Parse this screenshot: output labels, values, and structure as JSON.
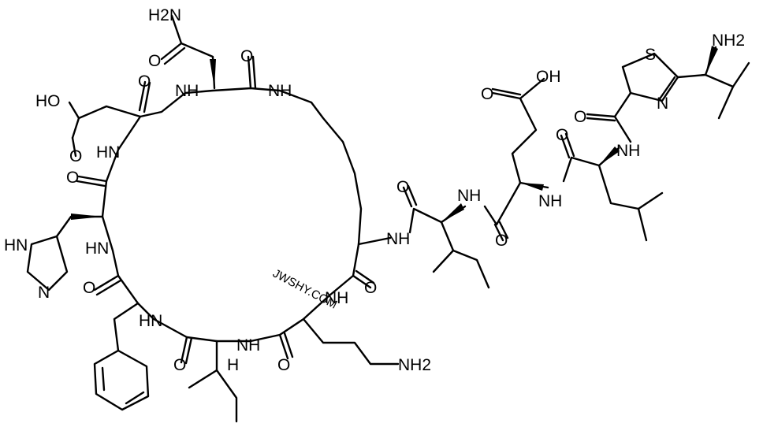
{
  "watermark": "JWSHY.COM",
  "atoms": {
    "nh2_asn_side": "H2N",
    "o_asn_side": "O",
    "o_asn_co": "O",
    "nh_asn": "NH",
    "nh_lys_eps": "NH",
    "o_asp_oh": "HO",
    "o_asp_co": "O",
    "o_asp_bb": "O",
    "nh_asp": "HN",
    "o_his_bb": "O",
    "nh_his_ring": "HN",
    "n_his_ring": "N",
    "nh_his": "HN",
    "o_phe_bb": "O",
    "nh_phe": "HN",
    "o_ile2_bb": "O",
    "h_ile2": "H",
    "nh_ile2": "NH",
    "o_orn_bb": "O",
    "nh_orn_alpha": "NH",
    "nh2_orn_side": "NH2",
    "o_lys_bb": "O",
    "nh_lys_alpha": "NH",
    "o_ile_bb": "O",
    "nh_ile": "NH",
    "o_glu_bb": "O",
    "o_glu_side": "O",
    "oh_glu_side": "OH",
    "nh_glu": "NH",
    "o_leu_bb": "O",
    "nh_leu": "NH",
    "o_thz_co": "O",
    "s_thz": "S",
    "n_thz": "N",
    "nh2_term": "NH2"
  }
}
